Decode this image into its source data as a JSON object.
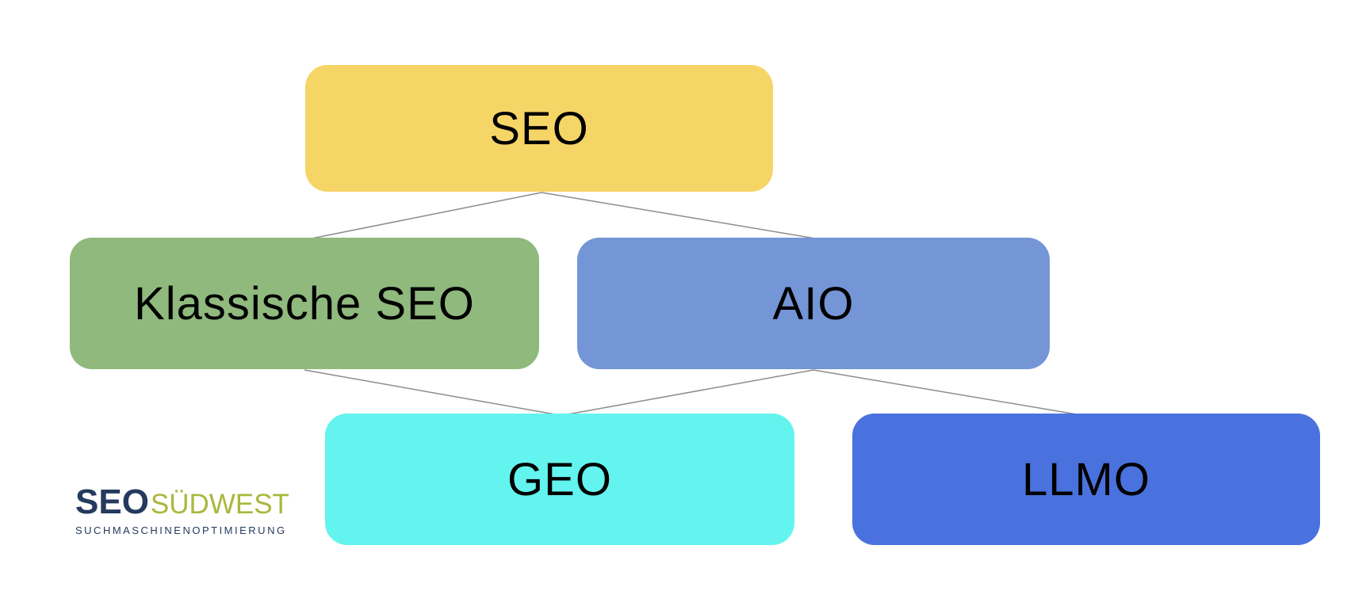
{
  "diagram": {
    "title_hint": "SEO hierarchy diagram",
    "nodes": {
      "seo": {
        "label": "SEO",
        "color": "#f6d567"
      },
      "klassische_seo": {
        "label": "Klassische SEO",
        "color": "#8fb97d"
      },
      "aio": {
        "label": "AIO",
        "color": "#7495d6"
      },
      "geo": {
        "label": "GEO",
        "color": "#63f4ef"
      },
      "llmo": {
        "label": "LLMO",
        "color": "#4a72de"
      }
    },
    "edges": [
      {
        "from": "seo",
        "to": "klassische_seo"
      },
      {
        "from": "seo",
        "to": "aio"
      },
      {
        "from": "klassische_seo",
        "to": "geo"
      },
      {
        "from": "aio",
        "to": "geo"
      },
      {
        "from": "aio",
        "to": "llmo"
      }
    ],
    "edge_color": "#8c8c8c"
  },
  "logo": {
    "word1": "SEO",
    "word2": "SÜDWEST",
    "tagline": "SUCHMASCHINENOPTIMIERUNG"
  }
}
